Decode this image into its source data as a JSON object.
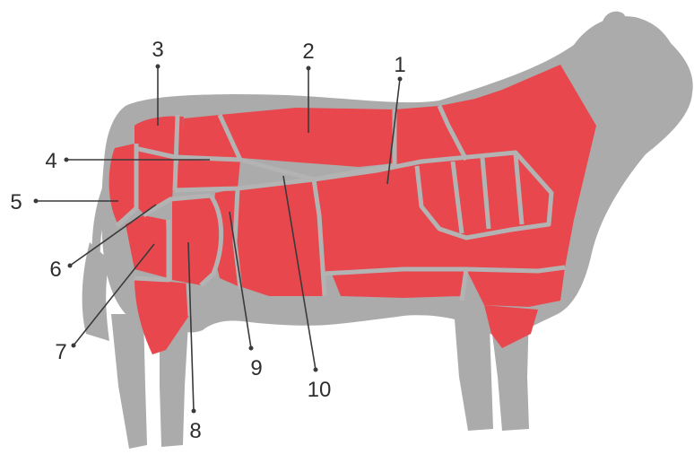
{
  "colors": {
    "silhouette": "#ababab",
    "meat": "#e8474e",
    "seam": "#b3b3b3",
    "label": "#2e2e2e"
  },
  "labels": {
    "n1": "1",
    "n2": "2",
    "n3": "3",
    "n4": "4",
    "n5": "5",
    "n6": "6",
    "n7": "7",
    "n8": "8",
    "n9": "9",
    "n10": "10"
  }
}
